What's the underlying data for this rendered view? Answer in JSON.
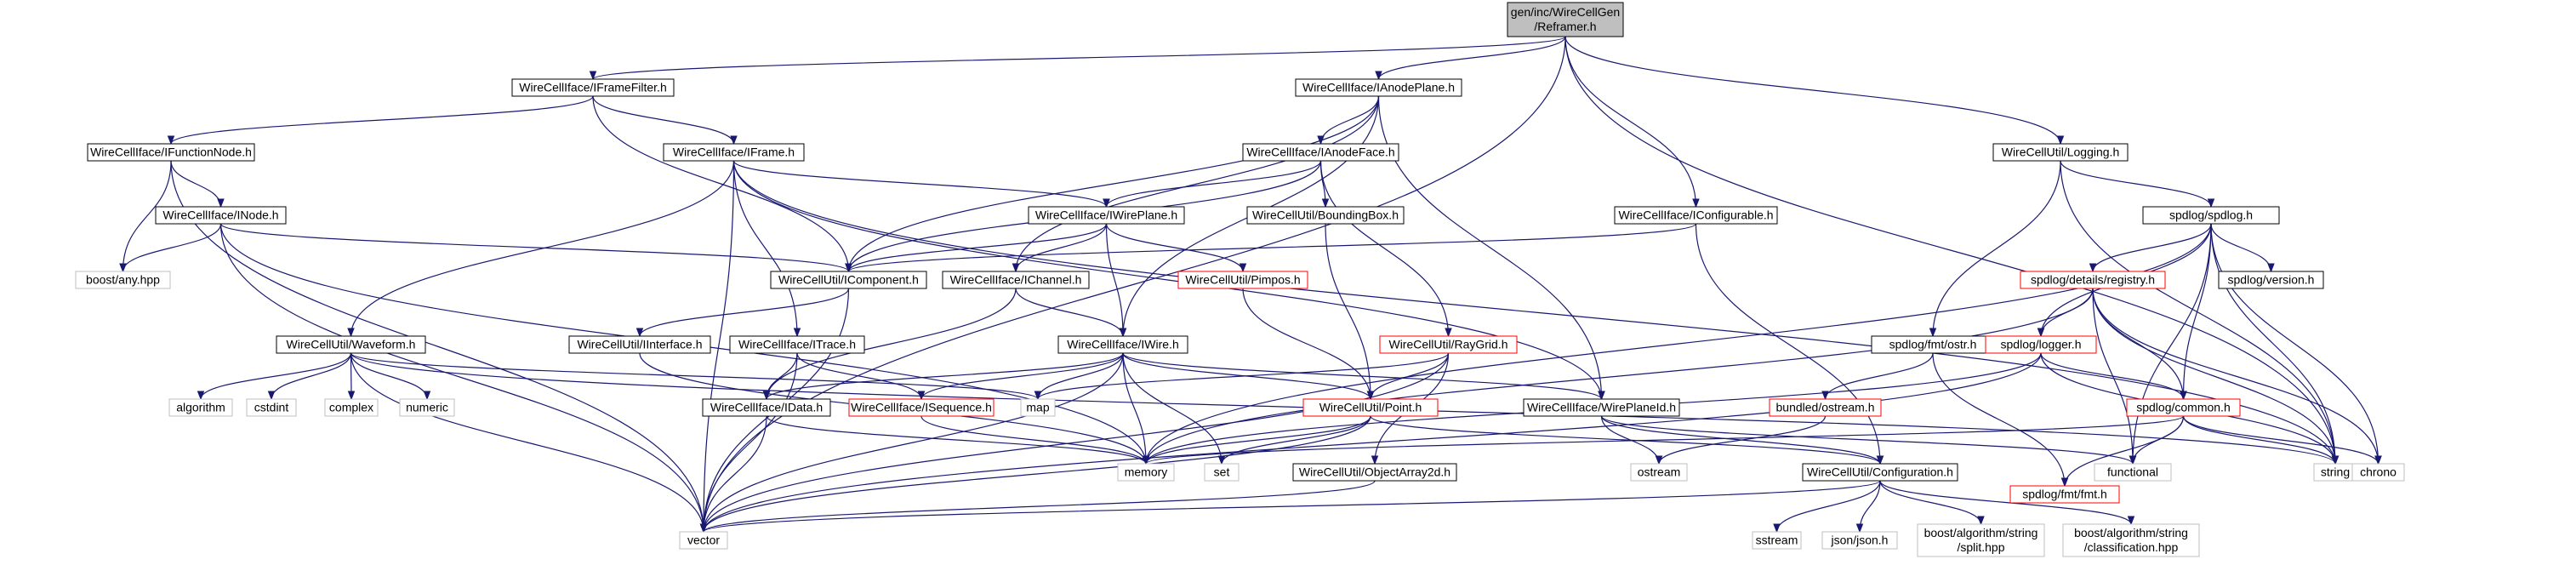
{
  "nodes": [
    {
      "id": "root",
      "lines": [
        "gen/inc/WireCellGen",
        "/Reframer.h"
      ],
      "style": "root"
    },
    {
      "id": "iframefilter",
      "lines": [
        "WireCellIface/IFrameFilter.h"
      ],
      "style": "black"
    },
    {
      "id": "ianodeplane",
      "lines": [
        "WireCellIface/IAnodePlane.h"
      ],
      "style": "black"
    },
    {
      "id": "logging",
      "lines": [
        "WireCellUtil/Logging.h"
      ],
      "style": "black"
    },
    {
      "id": "ifunctionnode",
      "lines": [
        "WireCellIface/IFunctionNode.h"
      ],
      "style": "black"
    },
    {
      "id": "iframe",
      "lines": [
        "WireCellIface/IFrame.h"
      ],
      "style": "black"
    },
    {
      "id": "ianodeface",
      "lines": [
        "WireCellIface/IAnodeFace.h"
      ],
      "style": "black"
    },
    {
      "id": "inode",
      "lines": [
        "WireCellIface/INode.h"
      ],
      "style": "black"
    },
    {
      "id": "iwireplane",
      "lines": [
        "WireCellIface/IWirePlane.h"
      ],
      "style": "black"
    },
    {
      "id": "boundingbox",
      "lines": [
        "WireCellUtil/BoundingBox.h"
      ],
      "style": "black"
    },
    {
      "id": "iconfigurable",
      "lines": [
        "WireCellIface/IConfigurable.h"
      ],
      "style": "black"
    },
    {
      "id": "spdlog",
      "lines": [
        "spdlog/spdlog.h"
      ],
      "style": "black"
    },
    {
      "id": "boostany",
      "lines": [
        "boost/any.hpp"
      ],
      "style": "grey"
    },
    {
      "id": "icomponent",
      "lines": [
        "WireCellUtil/IComponent.h"
      ],
      "style": "black"
    },
    {
      "id": "ichannel",
      "lines": [
        "WireCellIface/IChannel.h"
      ],
      "style": "black"
    },
    {
      "id": "pimpos",
      "lines": [
        "WireCellUtil/Pimpos.h"
      ],
      "style": "red"
    },
    {
      "id": "registry",
      "lines": [
        "spdlog/details/registry.h"
      ],
      "style": "red"
    },
    {
      "id": "version",
      "lines": [
        "spdlog/version.h"
      ],
      "style": "black"
    },
    {
      "id": "waveform",
      "lines": [
        "WireCellUtil/Waveform.h"
      ],
      "style": "black"
    },
    {
      "id": "iinterface",
      "lines": [
        "WireCellUtil/IInterface.h"
      ],
      "style": "black"
    },
    {
      "id": "itrace",
      "lines": [
        "WireCellIface/ITrace.h"
      ],
      "style": "black"
    },
    {
      "id": "iwire",
      "lines": [
        "WireCellIface/IWire.h"
      ],
      "style": "black"
    },
    {
      "id": "raygrid",
      "lines": [
        "WireCellUtil/RayGrid.h"
      ],
      "style": "red"
    },
    {
      "id": "fmtostr",
      "lines": [
        "spdlog/fmt/ostr.h"
      ],
      "style": "black"
    },
    {
      "id": "logger",
      "lines": [
        "spdlog/logger.h"
      ],
      "style": "red"
    },
    {
      "id": "algorithm",
      "lines": [
        "algorithm"
      ],
      "style": "grey"
    },
    {
      "id": "cstdint",
      "lines": [
        "cstdint"
      ],
      "style": "grey"
    },
    {
      "id": "complex",
      "lines": [
        "complex"
      ],
      "style": "grey"
    },
    {
      "id": "numeric",
      "lines": [
        "numeric"
      ],
      "style": "grey"
    },
    {
      "id": "map",
      "lines": [
        "map"
      ],
      "style": "grey"
    },
    {
      "id": "idata",
      "lines": [
        "WireCellIface/IData.h"
      ],
      "style": "black"
    },
    {
      "id": "isequence",
      "lines": [
        "WireCellIface/ISequence.h"
      ],
      "style": "red"
    },
    {
      "id": "point",
      "lines": [
        "WireCellUtil/Point.h"
      ],
      "style": "red"
    },
    {
      "id": "wireplaneid",
      "lines": [
        "WireCellIface/WirePlaneId.h"
      ],
      "style": "black"
    },
    {
      "id": "bundled",
      "lines": [
        "bundled/ostream.h"
      ],
      "style": "red"
    },
    {
      "id": "common",
      "lines": [
        "spdlog/common.h"
      ],
      "style": "red"
    },
    {
      "id": "memory",
      "lines": [
        "memory"
      ],
      "style": "grey"
    },
    {
      "id": "set",
      "lines": [
        "set"
      ],
      "style": "grey"
    },
    {
      "id": "ostream",
      "lines": [
        "ostream"
      ],
      "style": "grey"
    },
    {
      "id": "functional",
      "lines": [
        "functional"
      ],
      "style": "grey"
    },
    {
      "id": "objectarray",
      "lines": [
        "WireCellUtil/ObjectArray2d.h"
      ],
      "style": "black"
    },
    {
      "id": "configuration",
      "lines": [
        "WireCellUtil/Configuration.h"
      ],
      "style": "black"
    },
    {
      "id": "fmtfmt",
      "lines": [
        "spdlog/fmt/fmt.h"
      ],
      "style": "red"
    },
    {
      "id": "string",
      "lines": [
        "string"
      ],
      "style": "grey"
    },
    {
      "id": "chrono",
      "lines": [
        "chrono"
      ],
      "style": "grey"
    },
    {
      "id": "vector",
      "lines": [
        "vector"
      ],
      "style": "grey"
    },
    {
      "id": "sstream",
      "lines": [
        "sstream"
      ],
      "style": "grey"
    },
    {
      "id": "jsonjson",
      "lines": [
        "json/json.h"
      ],
      "style": "grey"
    },
    {
      "id": "split",
      "lines": [
        "boost/algorithm/string",
        "/split.hpp"
      ],
      "style": "grey"
    },
    {
      "id": "classification",
      "lines": [
        "boost/algorithm/string",
        "/classification.hpp"
      ],
      "style": "grey"
    }
  ],
  "edges": [
    [
      "root",
      "iframefilter"
    ],
    [
      "root",
      "ianodeplane"
    ],
    [
      "root",
      "logging"
    ],
    [
      "root",
      "iconfigurable"
    ],
    [
      "root",
      "vector"
    ],
    [
      "root",
      "string"
    ],
    [
      "iframefilter",
      "ifunctionnode"
    ],
    [
      "iframefilter",
      "iframe"
    ],
    [
      "iframefilter",
      "icomponent"
    ],
    [
      "ianodeplane",
      "ianodeface"
    ],
    [
      "ianodeplane",
      "icomponent"
    ],
    [
      "ianodeplane",
      "ichannel"
    ],
    [
      "ianodeplane",
      "iwire"
    ],
    [
      "ianodeplane",
      "wireplaneid"
    ],
    [
      "logging",
      "spdlog"
    ],
    [
      "logging",
      "fmtostr"
    ],
    [
      "logging",
      "string"
    ],
    [
      "ifunctionnode",
      "inode"
    ],
    [
      "ifunctionnode",
      "boostany"
    ],
    [
      "ifunctionnode",
      "vector"
    ],
    [
      "iframe",
      "iwireplane"
    ],
    [
      "iframe",
      "waveform"
    ],
    [
      "iframe",
      "itrace"
    ],
    [
      "iframe",
      "wireplaneid"
    ],
    [
      "iframe",
      "vector"
    ],
    [
      "iframe",
      "string"
    ],
    [
      "ianodeface",
      "iwireplane"
    ],
    [
      "ianodeface",
      "boundingbox"
    ],
    [
      "ianodeface",
      "raygrid"
    ],
    [
      "ianodeface",
      "icomponent"
    ],
    [
      "inode",
      "icomponent"
    ],
    [
      "inode",
      "boostany"
    ],
    [
      "inode",
      "memory"
    ],
    [
      "inode",
      "vector"
    ],
    [
      "iwireplane",
      "icomponent"
    ],
    [
      "iwireplane",
      "ichannel"
    ],
    [
      "iwireplane",
      "iwire"
    ],
    [
      "iwireplane",
      "pimpos"
    ],
    [
      "boundingbox",
      "point"
    ],
    [
      "iconfigurable",
      "icomponent"
    ],
    [
      "iconfigurable",
      "configuration"
    ],
    [
      "spdlog",
      "registry"
    ],
    [
      "spdlog",
      "version"
    ],
    [
      "spdlog",
      "logger"
    ],
    [
      "spdlog",
      "common"
    ],
    [
      "spdlog",
      "memory"
    ],
    [
      "spdlog",
      "functional"
    ],
    [
      "spdlog",
      "string"
    ],
    [
      "spdlog",
      "chrono"
    ],
    [
      "icomponent",
      "iinterface"
    ],
    [
      "icomponent",
      "vector"
    ],
    [
      "ichannel",
      "iwire"
    ],
    [
      "ichannel",
      "idata"
    ],
    [
      "pimpos",
      "point"
    ],
    [
      "registry",
      "logger"
    ],
    [
      "registry",
      "common"
    ],
    [
      "registry",
      "memory"
    ],
    [
      "registry",
      "functional"
    ],
    [
      "registry",
      "chrono"
    ],
    [
      "registry",
      "string"
    ],
    [
      "waveform",
      "algorithm"
    ],
    [
      "waveform",
      "cstdint"
    ],
    [
      "waveform",
      "complex"
    ],
    [
      "waveform",
      "numeric"
    ],
    [
      "waveform",
      "map"
    ],
    [
      "waveform",
      "vector"
    ],
    [
      "waveform",
      "string"
    ],
    [
      "iinterface",
      "memory"
    ],
    [
      "itrace",
      "idata"
    ],
    [
      "itrace",
      "isequence"
    ],
    [
      "itrace",
      "vector"
    ],
    [
      "iwire",
      "idata"
    ],
    [
      "iwire",
      "isequence"
    ],
    [
      "iwire",
      "point"
    ],
    [
      "iwire",
      "wireplaneid"
    ],
    [
      "iwire",
      "map"
    ],
    [
      "iwire",
      "memory"
    ],
    [
      "iwire",
      "set"
    ],
    [
      "iwire",
      "vector"
    ],
    [
      "raygrid",
      "point"
    ],
    [
      "raygrid",
      "objectarray"
    ],
    [
      "raygrid",
      "map"
    ],
    [
      "raygrid",
      "vector"
    ],
    [
      "fmtostr",
      "bundled"
    ],
    [
      "fmtostr",
      "fmtfmt"
    ],
    [
      "logger",
      "common"
    ],
    [
      "logger",
      "memory"
    ],
    [
      "logger",
      "vector"
    ],
    [
      "logger",
      "string"
    ],
    [
      "idata",
      "memory"
    ],
    [
      "idata",
      "vector"
    ],
    [
      "isequence",
      "memory"
    ],
    [
      "point",
      "memory"
    ],
    [
      "point",
      "set"
    ],
    [
      "point",
      "vector"
    ],
    [
      "point",
      "configuration"
    ],
    [
      "wireplaneid",
      "configuration"
    ],
    [
      "wireplaneid",
      "functional"
    ],
    [
      "wireplaneid",
      "ostream"
    ],
    [
      "bundled",
      "ostream"
    ],
    [
      "common",
      "fmtfmt"
    ],
    [
      "common",
      "string"
    ],
    [
      "common",
      "chrono"
    ],
    [
      "common",
      "functional"
    ],
    [
      "common",
      "memory"
    ],
    [
      "objectarray",
      "vector"
    ],
    [
      "configuration",
      "vector"
    ],
    [
      "configuration",
      "sstream"
    ],
    [
      "configuration",
      "jsonjson"
    ],
    [
      "configuration",
      "split"
    ],
    [
      "configuration",
      "classification"
    ]
  ]
}
